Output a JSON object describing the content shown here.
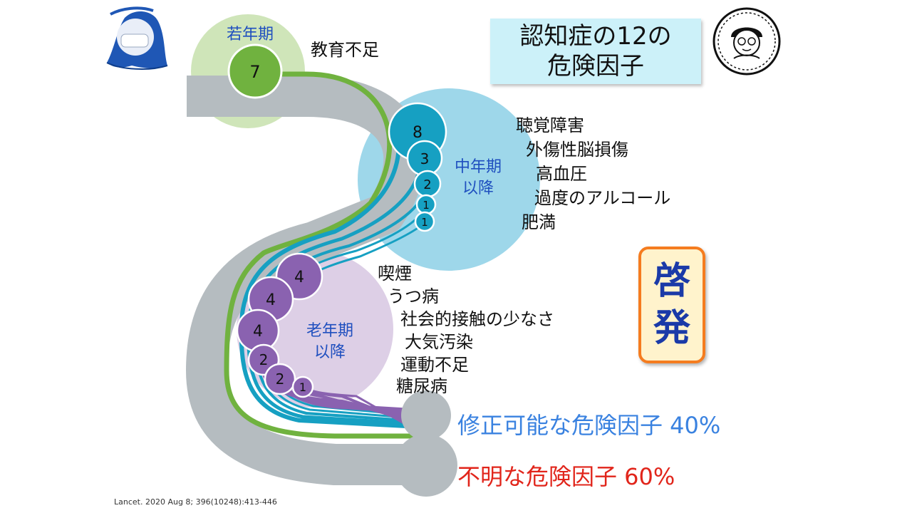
{
  "title": {
    "line1": "認知症の12の",
    "line2": "危険因子"
  },
  "stages": {
    "young": {
      "label": "若年期",
      "circles": [
        7
      ]
    },
    "middle": {
      "line1": "中年期",
      "line2": "以降",
      "circles": [
        8,
        3,
        2,
        1,
        1
      ]
    },
    "old": {
      "line1": "老年期",
      "line2": "以降",
      "circles": [
        4,
        4,
        4,
        2,
        2,
        1
      ]
    }
  },
  "factors": {
    "young": [
      "教育不足"
    ],
    "middle": [
      "聴覚障害",
      "外傷性脳損傷",
      "高血圧",
      "過度のアルコール",
      "肥満"
    ],
    "old": [
      "喫煙",
      "うつ病",
      "社会的接触の少なさ",
      "大気汚染",
      "運動不足",
      "糖尿病"
    ]
  },
  "keihatsu": {
    "char1": "啓",
    "char2": "発"
  },
  "results": {
    "modifiable": "修正可能な危険因子 40%",
    "unknown": "不明な危険因子 60%"
  },
  "citation": "Lancet. 2020 Aug 8; 396(10248):413-446",
  "colors": {
    "pipe": "#b5bcc0",
    "green": "#70b23f",
    "blue": "#16a0c2",
    "purple": "#8a62b0",
    "young_bg": "#cfe5b9",
    "middle_bg": "#9ed7ea",
    "old_bg": "#ddcfe6",
    "title_bg": "#ccf1f9",
    "modifiable_text": "#3a82e0",
    "unknown_text": "#e1251b",
    "keihatsu_border": "#f57c1f",
    "keihatsu_text": "#1a3aa8"
  },
  "icons": [
    "mascot-icon",
    "author-seal-icon"
  ]
}
